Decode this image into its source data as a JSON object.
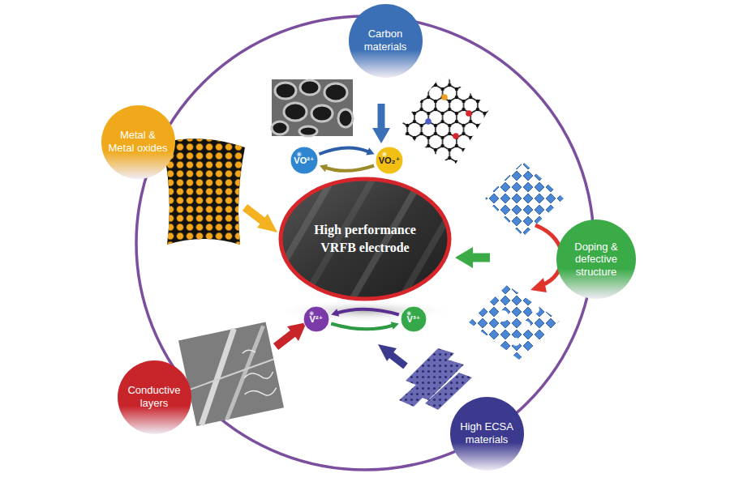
{
  "diagram": {
    "nodes": [
      {
        "text": [
          "Carbon materials"
        ]
      },
      {
        "text": [
          "Metal & Metal oxides"
        ]
      },
      {
        "text": [
          "VO²⁺"
        ]
      },
      {
        "text": [
          "VO₂⁺"
        ]
      },
      {
        "text": [
          "High performance VRFB electrode"
        ]
      },
      {
        "text": [
          "Doping & defective structure"
        ]
      },
      {
        "text": [
          "V²⁺"
        ]
      },
      {
        "text": [
          "V³⁺"
        ]
      },
      {
        "text": [
          "Conductive layers"
        ]
      },
      {
        "text": [
          "High ECSA materials"
        ]
      }
    ],
    "edges": [
      {
        "from": 2,
        "to": 3,
        "arrow": "to"
      },
      {
        "from": 3,
        "to": 2,
        "arrow": "to"
      },
      {
        "from": 6,
        "to": 7,
        "arrow": "to"
      },
      {
        "from": 7,
        "to": 6,
        "arrow": "to"
      }
    ]
  }
}
